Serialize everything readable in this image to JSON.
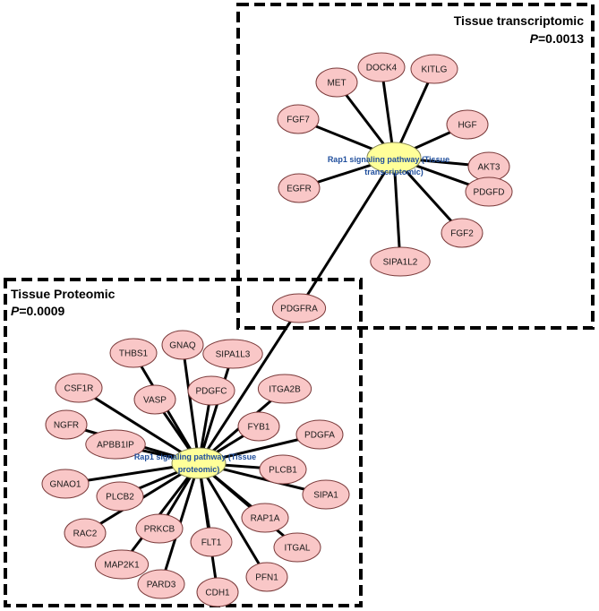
{
  "boxes": {
    "transcriptomic": {
      "title": "Tissue transcriptomic",
      "p_symbol": "P",
      "p_value": "=0.0013"
    },
    "proteomic": {
      "title": "Tissue Proteomic",
      "p_symbol": "P",
      "p_value": "=0.0009"
    }
  },
  "hubs": {
    "transcriptomic": {
      "label_line1": "Rap1 signaling pathway (Tissue",
      "label_line2": "transcriptomic)"
    },
    "proteomic": {
      "label_line1": "Rap1 signaling pathway (Tissue",
      "label_line2": "proteomic)"
    }
  },
  "colors": {
    "node_fill": "#f9c7c7",
    "node_stroke": "#7a3a3a",
    "hub_fill": "#ffff99",
    "edge": "#000000",
    "hub_text": "#1f4e9c"
  },
  "transcriptomic_genes": [
    "MET",
    "DOCK4",
    "KITLG",
    "HGF",
    "FGF7",
    "AKT3",
    "EGFR",
    "PDGFD",
    "SIPA1L2",
    "FGF2"
  ],
  "shared_gene": "PDGFRA",
  "proteomic_genes": [
    "THBS1",
    "GNAQ",
    "SIPA1L3",
    "CSF1R",
    "VASP",
    "PDGFC",
    "ITGA2B",
    "NGFR",
    "FYB1",
    "PDGFA",
    "APBB1IP",
    "GNAO1",
    "PLCB1",
    "PLCB2",
    "SIPA1",
    "RAP1A",
    "RAC2",
    "PRKCB",
    "ITGAL",
    "FLT1",
    "MAP2K1",
    "PFN1",
    "PARD3",
    "CDH1"
  ]
}
